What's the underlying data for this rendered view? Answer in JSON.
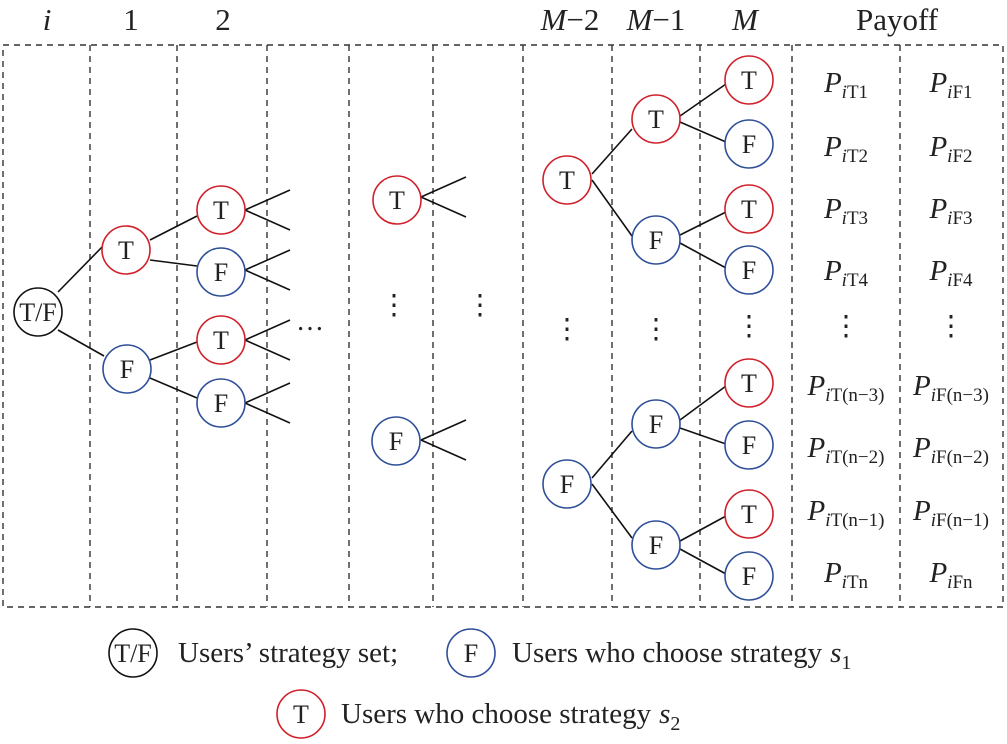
{
  "colors": {
    "t_node": "#d0202a",
    "f_node": "#2f4f9a",
    "tf_node": "#111111",
    "edge": "#111111",
    "frame": "#333333"
  },
  "header": {
    "i": "i",
    "c1": "1",
    "c2": "2",
    "m2": {
      "m": "M",
      "suffix": "−2"
    },
    "m1": {
      "m": "M",
      "suffix": "−1"
    },
    "m": "M",
    "payoff": "Payoff"
  },
  "nodes": {
    "tf": "T/F",
    "t": "T",
    "f": "F"
  },
  "ellipsis": {
    "h": "…",
    "v": "⋮"
  },
  "payoffs": [
    {
      "t": {
        "base": "P",
        "i": "i",
        "sub": "T1"
      },
      "f": {
        "base": "P",
        "i": "i",
        "sub": "F1"
      }
    },
    {
      "t": {
        "base": "P",
        "i": "i",
        "sub": "T2"
      },
      "f": {
        "base": "P",
        "i": "i",
        "sub": "F2"
      }
    },
    {
      "t": {
        "base": "P",
        "i": "i",
        "sub": "T3"
      },
      "f": {
        "base": "P",
        "i": "i",
        "sub": "F3"
      }
    },
    {
      "t": {
        "base": "P",
        "i": "i",
        "sub": "T4"
      },
      "f": {
        "base": "P",
        "i": "i",
        "sub": "F4"
      }
    },
    {
      "t": {
        "base": "P",
        "i": "i",
        "sub": "T(n−3)"
      },
      "f": {
        "base": "P",
        "i": "i",
        "sub": "F(n−3)"
      }
    },
    {
      "t": {
        "base": "P",
        "i": "i",
        "sub": "T(n−2)"
      },
      "f": {
        "base": "P",
        "i": "i",
        "sub": "F(n−2)"
      }
    },
    {
      "t": {
        "base": "P",
        "i": "i",
        "sub": "T(n−1)"
      },
      "f": {
        "base": "P",
        "i": "i",
        "sub": "F(n−1)"
      }
    },
    {
      "t": {
        "base": "P",
        "i": "i",
        "sub": "Tn"
      },
      "f": {
        "base": "P",
        "i": "i",
        "sub": "Fn"
      }
    }
  ],
  "legend": {
    "tf_label": "T/F",
    "tf_text": "Users’ strategy set;",
    "f_label": "F",
    "f_text": "Users who choose strategy",
    "f_sym": "s",
    "f_sub": "1",
    "t_label": "T",
    "t_text": "Users who choose strategy",
    "t_sym": "s",
    "t_sub": "2"
  }
}
